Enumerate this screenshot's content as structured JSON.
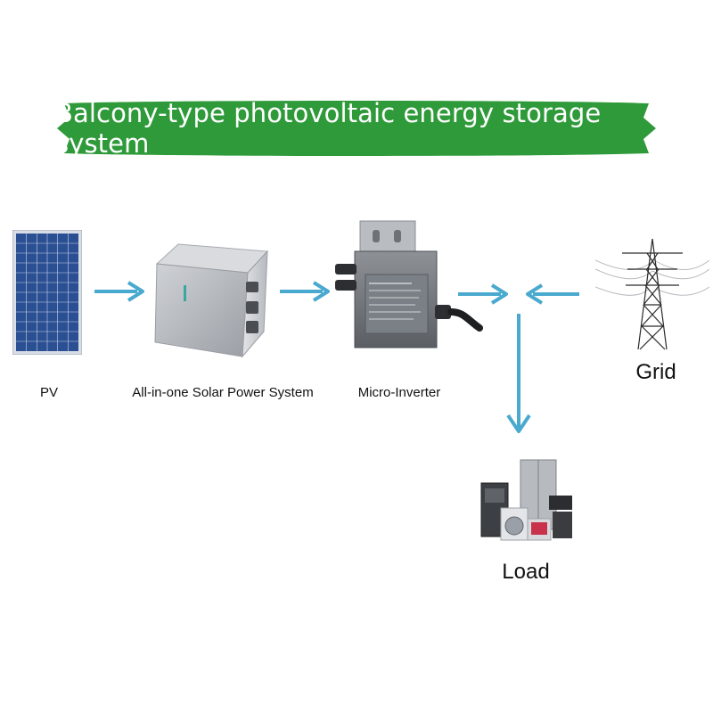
{
  "title": "Balcony-type photovoltaic energy storage system",
  "components": {
    "pv": {
      "label": "PV",
      "icon": "solar-panel-icon"
    },
    "storage": {
      "label": "All-in-one Solar Power System",
      "icon": "battery-storage-icon"
    },
    "inverter": {
      "label": "Micro-Inverter",
      "icon": "micro-inverter-icon"
    },
    "grid": {
      "label": "Grid",
      "icon": "power-tower-icon"
    },
    "load": {
      "label": "Load",
      "icon": "home-appliances-icon"
    }
  },
  "colors": {
    "banner": "#2f9a3a",
    "arrow": "#4aa9cf",
    "panel": "#2a4f93"
  }
}
